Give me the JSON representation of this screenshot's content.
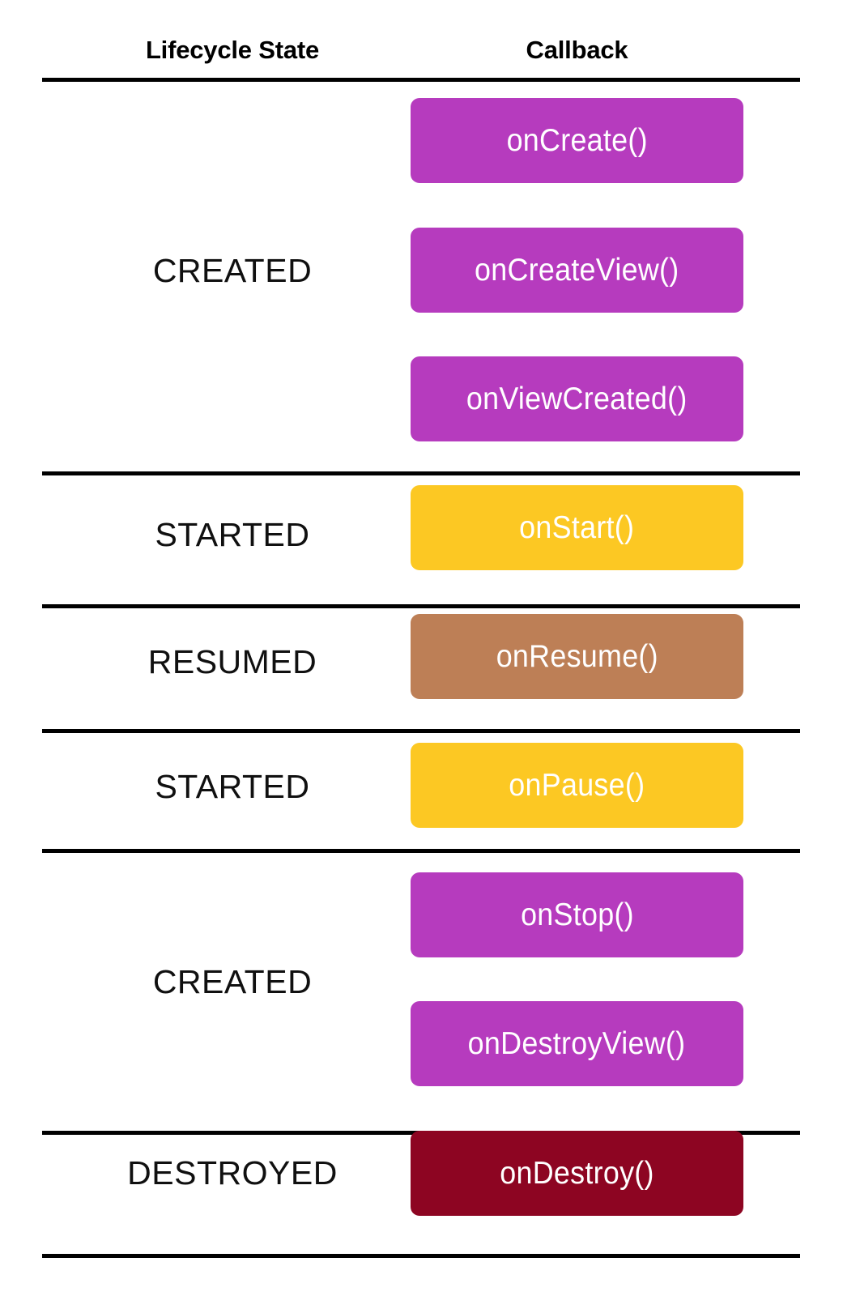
{
  "figure": {
    "type": "table",
    "title": "",
    "background": "#ffffff"
  },
  "columns": [
    {
      "key": "state",
      "label": "Lifecycle State"
    },
    {
      "key": "callback",
      "label": "Callback"
    }
  ],
  "palette": {
    "purple": "#b63bbe",
    "yellow": "#fcc823",
    "brown": "#bd7f56",
    "darkred": "#8d0522",
    "rule": "#000000",
    "pill_text": "#ffffff",
    "label_text": "#101010"
  },
  "rows": [
    {
      "state": "CREATED",
      "callbacks": [
        {
          "label": "onCreate()",
          "color": "#b63bbe"
        },
        {
          "label": "onCreateView()",
          "color": "#b63bbe"
        },
        {
          "label": "onViewCreated()",
          "color": "#b63bbe"
        }
      ]
    },
    {
      "state": "STARTED",
      "callbacks": [
        {
          "label": "onStart()",
          "color": "#fcc823"
        }
      ]
    },
    {
      "state": "RESUMED",
      "callbacks": [
        {
          "label": "onResume()",
          "color": "#bd7f56"
        }
      ]
    },
    {
      "state": "STARTED",
      "callbacks": [
        {
          "label": "onPause()",
          "color": "#fcc823"
        }
      ]
    },
    {
      "state": "CREATED",
      "callbacks": [
        {
          "label": "onStop()",
          "color": "#b63bbe"
        },
        {
          "label": "onDestroyView()",
          "color": "#b63bbe"
        }
      ]
    },
    {
      "state": "DESTROYED",
      "callbacks": [
        {
          "label": "onDestroy()",
          "color": "#8d0522"
        }
      ]
    }
  ],
  "cells": {
    "header_state": "Lifecycle State",
    "header_callback": "Callback",
    "state_0": "CREATED",
    "state_1": "STARTED",
    "state_2": "RESUMED",
    "state_3": "STARTED",
    "state_4": "CREATED",
    "state_5": "DESTROYED",
    "cb_0_0": "onCreate()",
    "cb_0_1": "onCreateView()",
    "cb_0_2": "onViewCreated()",
    "cb_1_0": "onStart()",
    "cb_2_0": "onResume()",
    "cb_3_0": "onPause()",
    "cb_4_0": "onStop()",
    "cb_4_1": "onDestroyView()",
    "cb_5_0": "onDestroy()"
  }
}
